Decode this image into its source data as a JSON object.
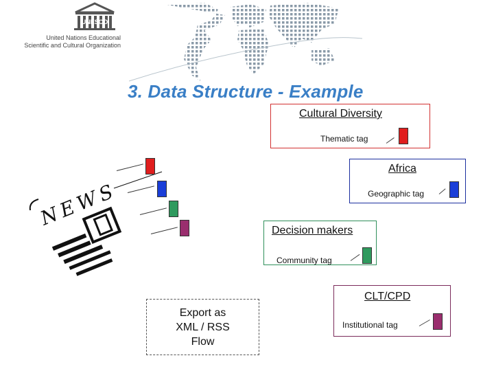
{
  "header": {
    "logo_text": "UNESCO",
    "org_line1": "United Nations Educational",
    "org_line2": "Scientific and Cultural Organization"
  },
  "title": "3. Data Structure - Example",
  "news_label": "NEWS",
  "tags": [
    {
      "title": "Cultural Diversity",
      "sub": "Thematic tag",
      "color": "#e01e1e"
    },
    {
      "title": "Africa",
      "sub": "Geographic tag",
      "color": "#1a3ed8"
    },
    {
      "title": "Decision makers",
      "sub": "Community tag",
      "color": "#2f9a5e"
    },
    {
      "title": "CLT/CPD",
      "sub": "Institutional tag",
      "color": "#9a2e6e"
    }
  ],
  "export": {
    "line1": "Export as",
    "line2": "XML / RSS",
    "line3": "Flow"
  },
  "icons": [
    "unesco-logo",
    "world-map",
    "news-clipart"
  ]
}
